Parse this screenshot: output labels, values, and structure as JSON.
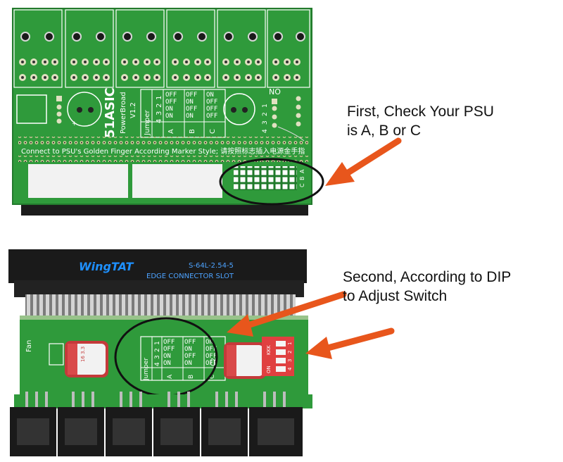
{
  "annotations": {
    "first_line1": "First, Check Your PSU",
    "first_line2": "is A, B or C",
    "second_line1": "Second, According to DIP",
    "second_line2": "to Adjust Switch"
  },
  "top_board": {
    "brand": "51ASIC",
    "product": "PowerBroad",
    "version": "V1.2",
    "instruction": "Connect to PSU's Golden Finger According Marker Style; 请按照标志插入电源金手指",
    "no_label": "NO",
    "pin_numbers": [
      "4",
      "3",
      "2",
      "1"
    ],
    "psu_labels": [
      "A",
      "B",
      "C"
    ]
  },
  "bottom_board": {
    "slot_brand": "WingTAT",
    "slot_model": "S-64L-2.54-5",
    "slot_name": "EDGE CONNECTOR SLOT",
    "fan_label": "Fan",
    "dip_on": "ON",
    "dip_kk": "KKK",
    "dip_numbers": [
      "1",
      "2",
      "3",
      "4"
    ],
    "c2_label": "C2"
  },
  "jumper_table": {
    "title": "Jumper",
    "numbers": [
      "1",
      "2",
      "3",
      "4"
    ],
    "columns": [
      "A",
      "B",
      "C"
    ],
    "col_a": [
      "OFF",
      "OFF",
      "ON",
      "ON"
    ],
    "col_b": [
      "OFF",
      "ON",
      "OFF",
      "ON"
    ],
    "col_c": [
      "ON",
      "OFF",
      "OFF",
      "OFF"
    ]
  },
  "colors": {
    "pcb_green": "#2f9a3b",
    "pcb_dark": "#1f7a2a",
    "arrow_orange": "#e8561c",
    "connector_black": "#1a1a1a"
  }
}
